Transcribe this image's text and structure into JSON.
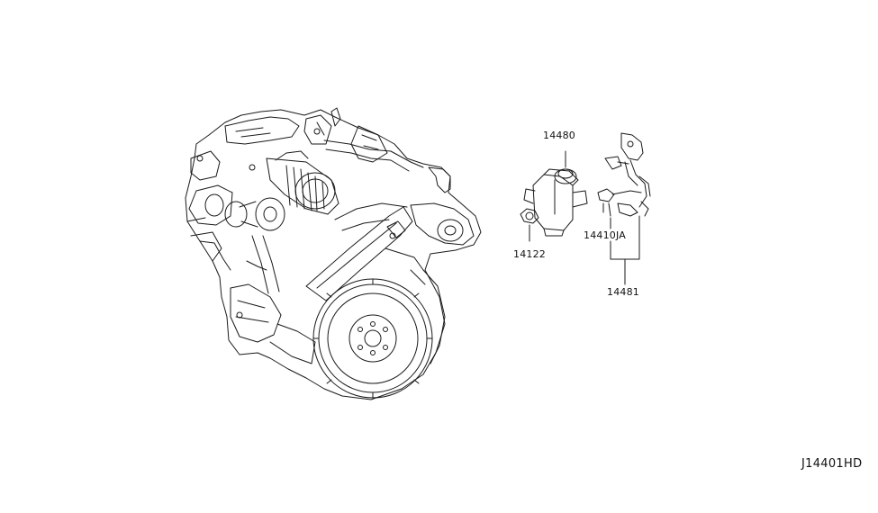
{
  "callouts": {
    "p14480": "14480",
    "p14122": "14122",
    "p14410JA": "14410JA",
    "p14481": "14481"
  },
  "diagram_code": "J14401HD",
  "colors": {
    "line": "#1a1a1a",
    "background": "#ffffff"
  }
}
